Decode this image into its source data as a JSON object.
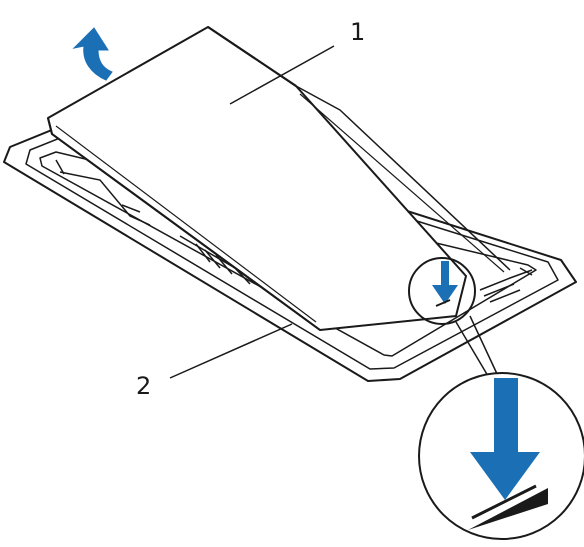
{
  "callouts": [
    {
      "id": "lid",
      "number": "1"
    },
    {
      "id": "frame",
      "number": "2"
    }
  ],
  "colors": {
    "arrow_blue": "#1b6fb5",
    "line": "#1a1a1a",
    "surface": "#ffffff"
  },
  "icons": [
    "lift-arrow-icon",
    "press-down-arrow-icon",
    "magnified-press-arrow-icon"
  ]
}
